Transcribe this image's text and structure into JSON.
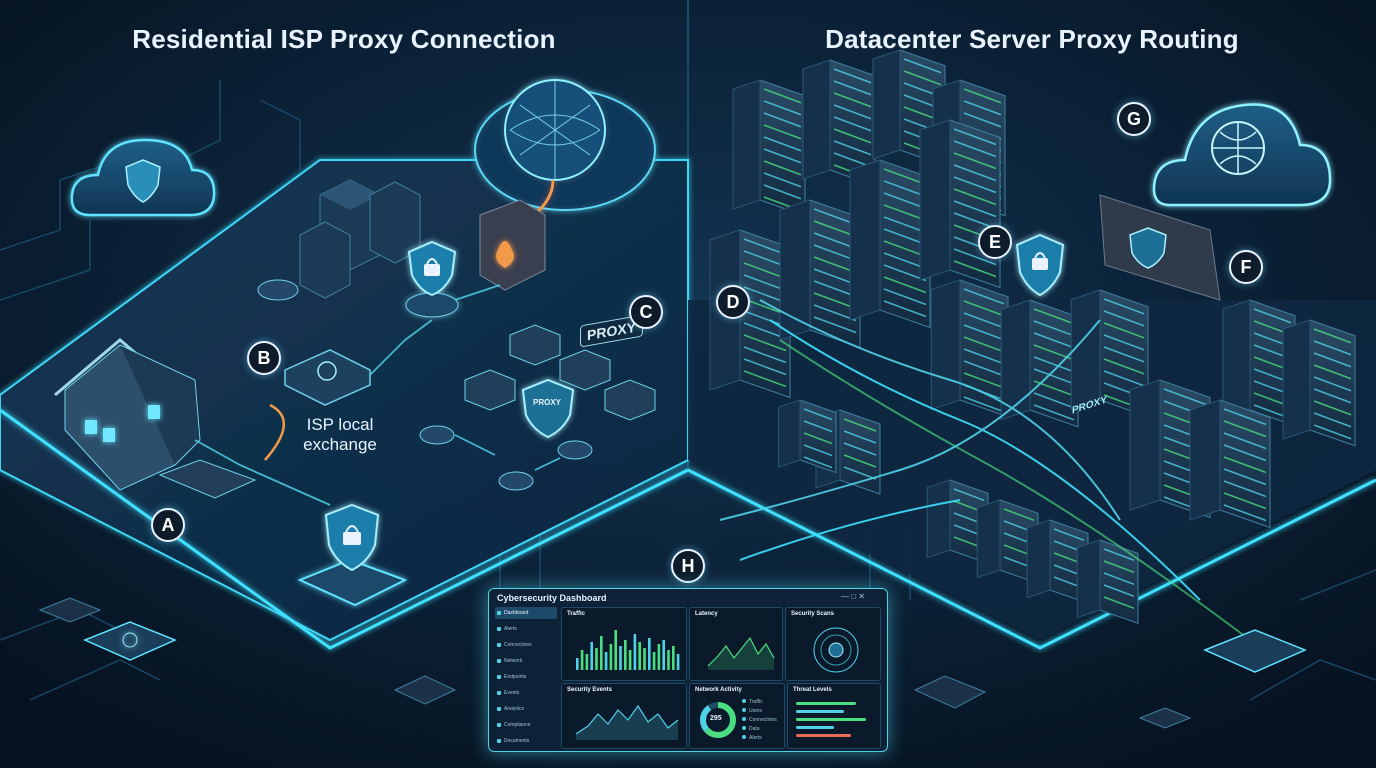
{
  "left_panel": {
    "title": "Residential ISP Proxy Connection",
    "isp_label": "ISP local\nexchange",
    "proxy_sign": "PROXY",
    "shield_label": "PROXY"
  },
  "right_panel": {
    "title": "Datacenter Server Proxy Routing",
    "rack_label": "PROXY"
  },
  "markers": {
    "a": "A",
    "b": "B",
    "c": "C",
    "d": "D",
    "e": "E",
    "f": "F",
    "g": "G",
    "h": "H"
  },
  "dashboard": {
    "title": "Cybersecurity Dashboard",
    "sidebar": [
      "Dashboard",
      "Alerts",
      "Connections",
      "Network",
      "Endpoints",
      "Events",
      "Analytics",
      "Compliance",
      "Documents"
    ],
    "panels": {
      "traffic": "Traffic",
      "latency": "Latency",
      "security_scans": "Security Scans",
      "security_events": "Security Events",
      "network_activity": "Network Activity",
      "threat_levels": "Threat Levels"
    },
    "network_activity_value": "295",
    "network_legend": [
      "Traffic",
      "Users",
      "Connections",
      "Data",
      "Alerts"
    ]
  },
  "colors": {
    "background": "#071424",
    "accent": "#4fd1e8",
    "glow": "#3fe0ff",
    "green": "#4ade80",
    "orange": "#f29a4a"
  }
}
